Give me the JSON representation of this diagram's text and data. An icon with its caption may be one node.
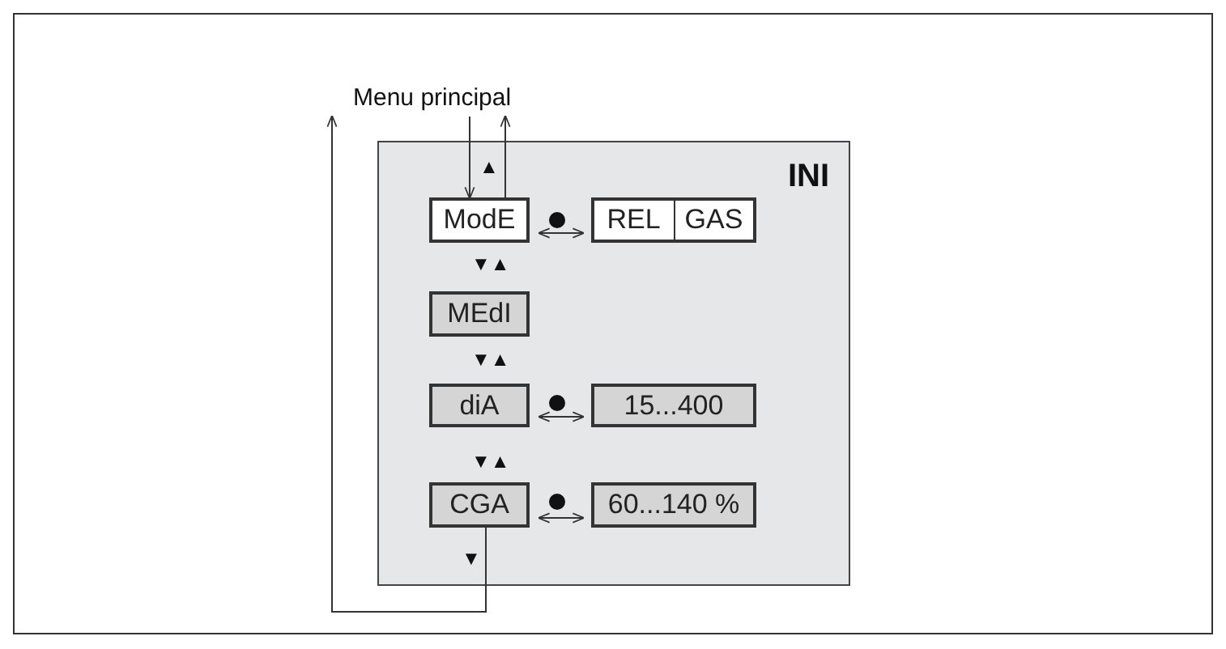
{
  "diagram": {
    "nodes": [
      {
        "text": [
          "Menu principal"
        ]
      },
      {
        "text": [
          "INI"
        ]
      },
      {
        "text": [
          "ModE"
        ],
        "in": 1
      },
      {
        "text": [
          "REL",
          "GAS"
        ],
        "in": 1
      },
      {
        "text": [
          "MEdI"
        ],
        "in": 1
      },
      {
        "text": [
          "diA"
        ],
        "in": 1
      },
      {
        "text": [
          "15...400"
        ],
        "in": 1
      },
      {
        "text": [
          "CGA"
        ],
        "in": 1
      },
      {
        "text": [
          "60...140 %"
        ],
        "in": 1
      }
    ],
    "edges": [
      {
        "from": 0,
        "to": 2,
        "arrow": "to"
      },
      {
        "from": 2,
        "to": 0,
        "arrow": "to"
      },
      {
        "from": 2,
        "to": 3,
        "arrow": "both"
      },
      {
        "from": 5,
        "to": 6,
        "arrow": "both"
      },
      {
        "from": 7,
        "to": 8,
        "arrow": "both"
      },
      {
        "from": 7,
        "to": 0,
        "arrow": "to"
      }
    ],
    "labels": [
      "▲",
      "▼▲",
      "▼▲",
      "▼▲",
      "▼"
    ]
  }
}
